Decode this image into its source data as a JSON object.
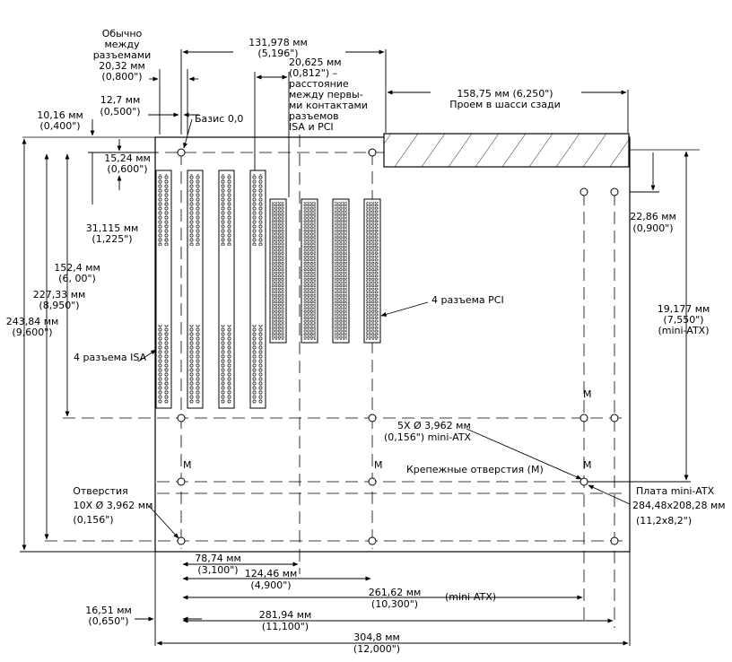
{
  "labels": {
    "typical_spacing": [
      "Обычно",
      "между",
      "разъемами",
      "20,32 мм",
      "(0,800\")"
    ],
    "dim_131": [
      "131,978 мм",
      "(5,196\")"
    ],
    "isa_pci_gap": [
      "20,625 мм",
      "(0,812\") –",
      "расстояние",
      "между первы-",
      "ми контактами",
      "разъемов",
      "ISA и PCI"
    ],
    "opening": [
      "158,75 мм (6,250\")",
      "Проем в шасси сзади"
    ],
    "dim_12_7": [
      "12,7 мм",
      "(0,500\")"
    ],
    "datum": "Базис 0,0",
    "dim_10_16": [
      "10,16 мм",
      "(0,400\")"
    ],
    "dim_15_24": [
      "15,24 мм",
      "(0,600\")"
    ],
    "dim_31_115": [
      "31,115 мм",
      "(1,225\")"
    ],
    "dim_152_4": [
      "152,4 мм",
      "(6, 00\")"
    ],
    "dim_227_33": [
      "227,33 мм",
      "(8,950\")"
    ],
    "dim_243_84": [
      "243,84 мм",
      "(9,600\")"
    ],
    "isa_slots": "4 разъема ISA",
    "pci_slots": "4 разъема PCI",
    "dim_22_86": [
      "22,86 мм",
      "(0,900\")"
    ],
    "dim_19_177": [
      "19,177 мм",
      "(7,550\")",
      "(mini-ATX)"
    ],
    "mini_atx_holes": [
      "5X Ø 3,962 мм",
      "(0,156\") mini-ATX"
    ],
    "mount_holes": "Крепежные отверстия (M)",
    "board": [
      "Плата mini-ATX",
      "284,48x208,28 мм",
      "(11,2x8,2\")"
    ],
    "holes": [
      "Отверстия",
      "10X Ø 3,962 мм",
      "(0,156\")"
    ],
    "mark_m": "M",
    "dim_78_74": [
      "78,74 мм",
      "(3,100\")"
    ],
    "dim_124_46": [
      "124,46 мм",
      "(4,900\")"
    ],
    "dim_261_62": [
      "261,62 мм",
      "(10,300\")",
      "(mini-ATX)"
    ],
    "dim_16_51": [
      "16,51 мм",
      "(0,650\")"
    ],
    "dim_281_94": [
      "281,94 мм",
      "(11,100\")"
    ],
    "dim_304_8": [
      "304,8 мм",
      "(12,000\")"
    ]
  }
}
